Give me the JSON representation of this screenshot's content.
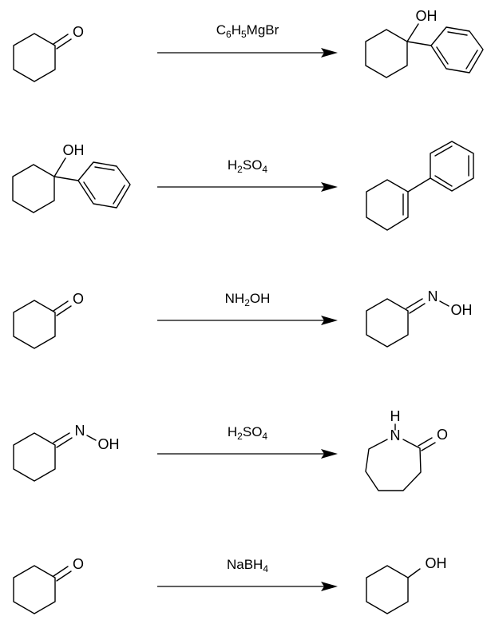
{
  "atoms": {
    "oxygen": "O",
    "hydroxyl": "OH",
    "nitrogen": "N",
    "hydrogen": "H"
  },
  "reactions": [
    {
      "reagent": {
        "parts": [
          {
            "t": "C"
          },
          {
            "t": "6",
            "sub": true
          },
          {
            "t": "H"
          },
          {
            "t": "5",
            "sub": true
          },
          {
            "t": "MgBr"
          }
        ]
      }
    },
    {
      "reagent": {
        "parts": [
          {
            "t": "H"
          },
          {
            "t": "2",
            "sub": true
          },
          {
            "t": "SO"
          },
          {
            "t": "4",
            "sub": true
          }
        ]
      }
    },
    {
      "reagent": {
        "parts": [
          {
            "t": "NH"
          },
          {
            "t": "2",
            "sub": true
          },
          {
            "t": "OH"
          }
        ]
      }
    },
    {
      "reagent": {
        "parts": [
          {
            "t": "H"
          },
          {
            "t": "2",
            "sub": true
          },
          {
            "t": "SO"
          },
          {
            "t": "4",
            "sub": true
          }
        ]
      }
    },
    {
      "reagent": {
        "parts": [
          {
            "t": "NaBH"
          },
          {
            "t": "4",
            "sub": true
          }
        ]
      }
    }
  ]
}
